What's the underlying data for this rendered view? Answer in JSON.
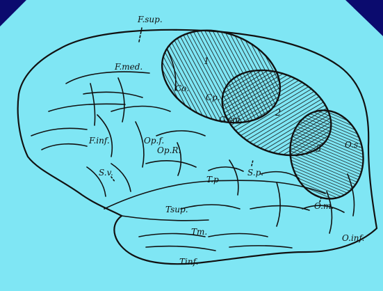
{
  "colors": {
    "frame": "#0b0b6e",
    "panel": "#7fe6f4",
    "ink": "#111111"
  },
  "regions": [
    {
      "id": "area-1",
      "number": "1"
    },
    {
      "id": "area-2",
      "number": "2"
    },
    {
      "id": "area-3",
      "number": "3"
    }
  ],
  "labels": {
    "f_sup": "F.sup.",
    "f_med": "F.med.",
    "f_inf": "F.inf.",
    "co": "Co.",
    "cp": "Cp.",
    "g_sm": "G.sm.",
    "op_f": "Op.f.",
    "op_r": "Op.R.",
    "o_s": "O.s.",
    "o_m": "O.m.",
    "o_inf": "O.inf.",
    "s_v": "S.v.",
    "t_p": "T.p",
    "s_p": "S.p.",
    "t_sup": "Tsup.",
    "t_m": "Tm.",
    "t_inf": "Tinf."
  }
}
